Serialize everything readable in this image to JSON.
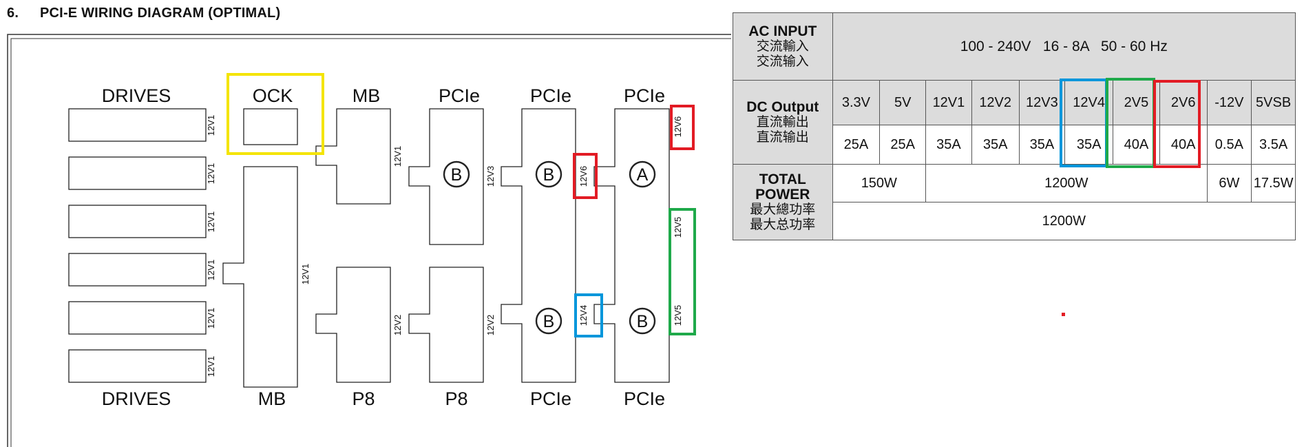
{
  "section": {
    "number": "6.",
    "title": "PCI-E WIRING DIAGRAM (OPTIMAL)"
  },
  "diagram": {
    "top_labels": [
      "DRIVES",
      "OCK",
      "MB",
      "PCIe",
      "PCIe",
      "PCIe"
    ],
    "bottom_labels": [
      "DRIVES",
      "MB",
      "P8",
      "P8",
      "PCIe",
      "PCIe"
    ],
    "drive_rail": "12V1",
    "mb_rail": "12V1",
    "top_mb_rail": "12V1",
    "bottom_p8_rails": [
      "12V2",
      "12V2"
    ],
    "pcie_rail_top_left": "12V3",
    "rail_12v6_a": "12V6",
    "rail_12v6_b": "12V6",
    "rail_12v4": "12V4",
    "rail_12v5_a": "12V5",
    "rail_12v5_b": "12V5",
    "connector_a": "A",
    "connector_b": "B",
    "highlight_colors": {
      "yellow": "#f4e400",
      "red": "#e21b24",
      "blue": "#0096db",
      "green": "#1fa94a"
    }
  },
  "table": {
    "ac_input": {
      "label": "AC INPUT",
      "label_tc": "交流輸入",
      "label_sc": "交流输入",
      "value": "100 - 240V   16 - 8A   50 - 60 Hz"
    },
    "dc_output": {
      "label": "DC Output",
      "label_tc": "直流輸出",
      "label_sc": "直流输出",
      "rails": [
        "3.3V",
        "5V",
        "12V1",
        "12V2",
        "12V3",
        "12V4",
        "2V5",
        "2V6",
        "-12V",
        "5VSB"
      ],
      "amps": [
        "25A",
        "25A",
        "35A",
        "35A",
        "35A",
        "35A",
        "40A",
        "40A",
        "0.5A",
        "3.5A"
      ]
    },
    "total_power": {
      "label": "TOTAL POWER",
      "label_tc": "最大總功率",
      "label_sc": "最大总功率",
      "combined_low": "150W",
      "combined_12v": "1200W",
      "neg12": "6W",
      "vsb": "17.5W",
      "total": "1200W"
    }
  }
}
